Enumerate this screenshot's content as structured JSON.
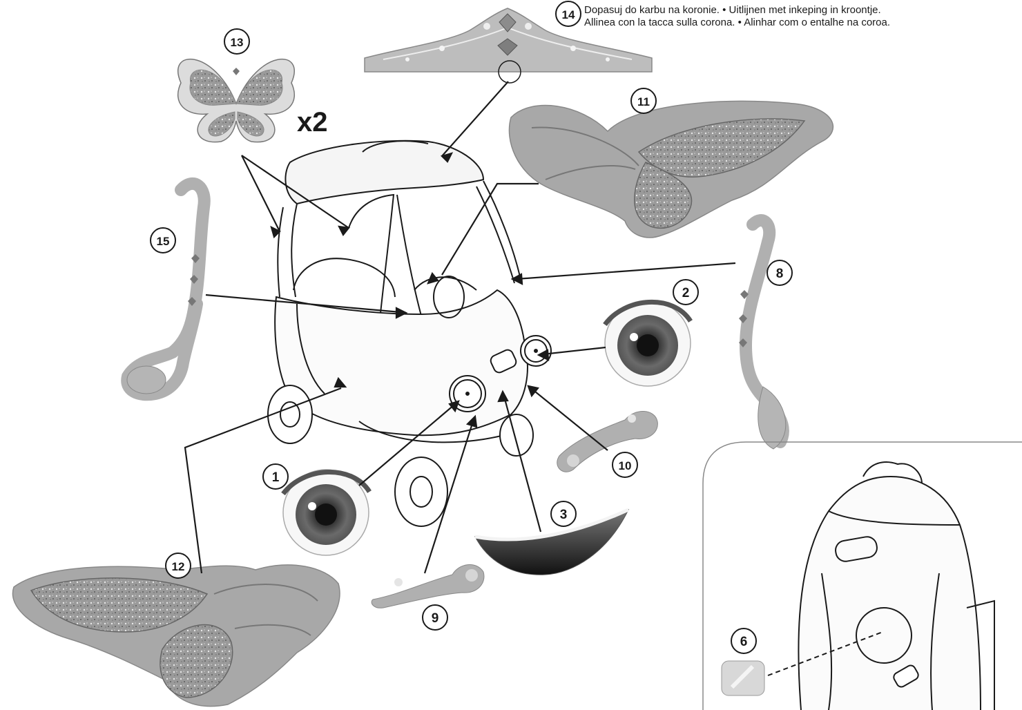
{
  "instructions": {
    "line_0": "Dopasuj do karbu na koronie. • Uitlijnen met inkeping in kroontje.",
    "line_1": "Allinea con la tacca sulla corona. • Alinhar com o entalhe na coroa."
  },
  "multiplier": "x2",
  "callouts": {
    "n1": "1",
    "n2": "2",
    "n3": "3",
    "n6": "6",
    "n8": "8",
    "n9": "9",
    "n10": "10",
    "n11": "11",
    "n12": "12",
    "n13": "13",
    "n14": "14",
    "n15": "15"
  },
  "colors": {
    "line": "#1a1a1a",
    "sticker_gray": "#a9a9a9",
    "sticker_light": "#d6d6d6",
    "glitter": "#8a8a8a"
  }
}
